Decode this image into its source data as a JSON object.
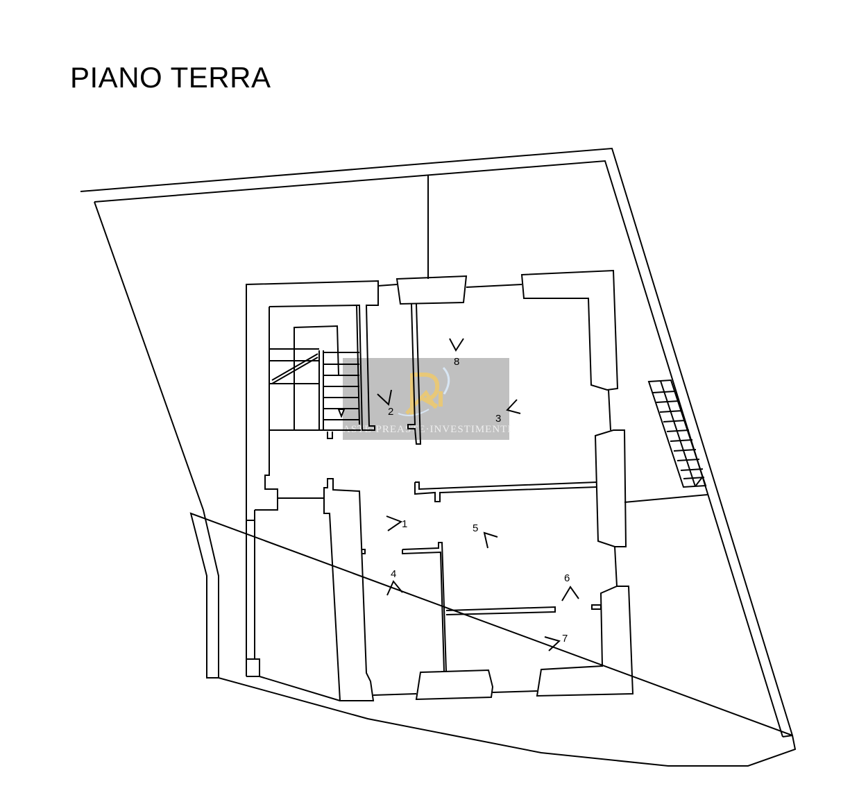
{
  "title": "PIANO TERRA",
  "markers": [
    {
      "label": "1"
    },
    {
      "label": "2"
    },
    {
      "label": "3"
    },
    {
      "label": "4"
    },
    {
      "label": "5"
    },
    {
      "label": "6"
    },
    {
      "label": "7"
    },
    {
      "label": "8"
    }
  ],
  "watermark": {
    "logo_text": "RI",
    "text": "ASTE·PREASTE·INVESTIMENTI",
    "logo_color": "#e8c878"
  }
}
